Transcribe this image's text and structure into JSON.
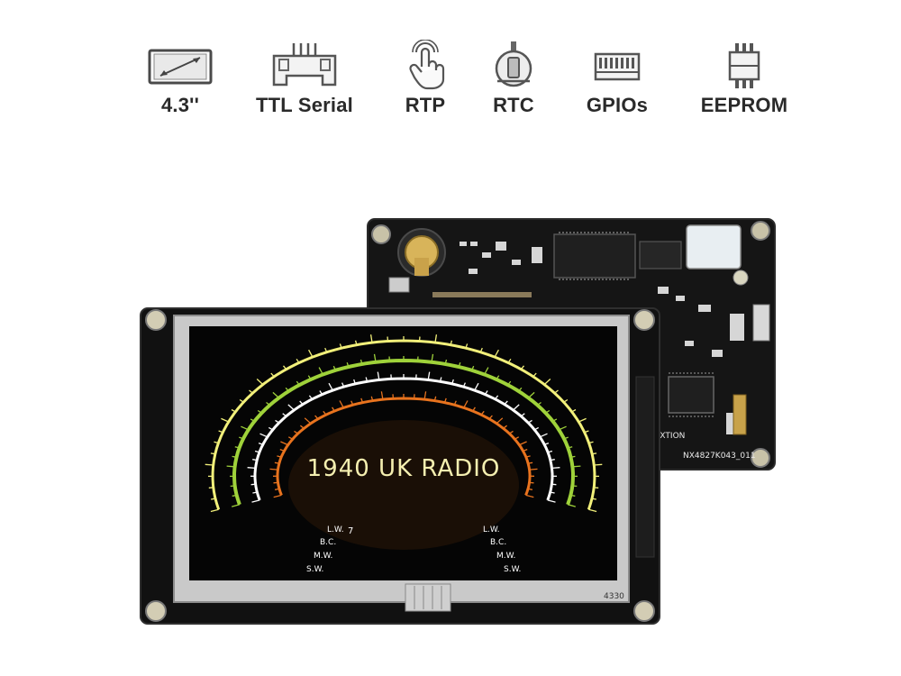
{
  "features": [
    {
      "label": "4.3''",
      "icon": "screen-size-icon"
    },
    {
      "label": "TTL Serial",
      "icon": "serial-connector-icon"
    },
    {
      "label": "RTP",
      "icon": "touch-hand-icon"
    },
    {
      "label": "RTC",
      "icon": "clock-battery-icon"
    },
    {
      "label": "GPIOs",
      "icon": "gpio-header-icon"
    },
    {
      "label": "EEPROM",
      "icon": "chip-icon"
    }
  ],
  "screen": {
    "title": "1940 UK RADIO",
    "bands": [
      "L.W.",
      "B.C.",
      "M.W.",
      "S.W."
    ],
    "band_marker": "7"
  },
  "board": {
    "brand": "NEXTION",
    "model": "NX4827K043_011",
    "panel_code": "4330"
  },
  "colors": {
    "label": "#2a2a2a",
    "outer_arc": "#f2f07a",
    "green_arc": "#9fd23a",
    "white_arc": "#ffffff",
    "orange_arc": "#e8731e",
    "title": "#f5efb0"
  }
}
